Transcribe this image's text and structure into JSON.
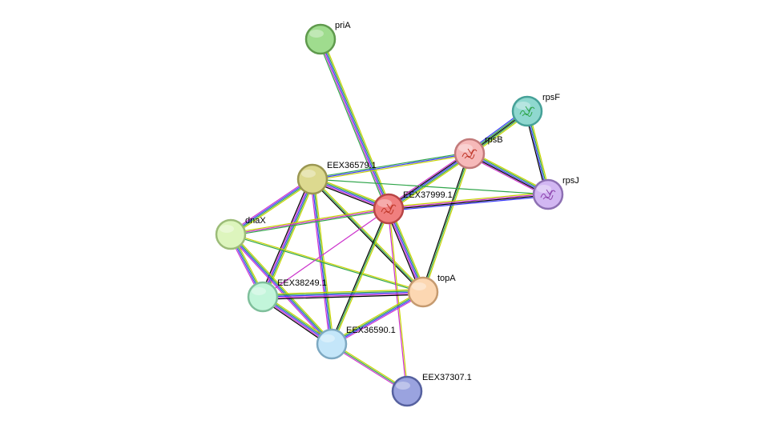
{
  "network": {
    "nodes": [
      {
        "id": "priA",
        "label": "priA",
        "fill": "#9fdc8e",
        "stroke": "#5f9a4d",
        "structure": false
      },
      {
        "id": "rpsF",
        "label": "rpsF",
        "fill": "#8fd8cf",
        "stroke": "#46a198",
        "structure": true,
        "structure_color": "#2fa54a"
      },
      {
        "id": "rpsB",
        "label": "rpsB",
        "fill": "#f6b9b9",
        "stroke": "#c27a7a",
        "structure": true,
        "structure_color": "#c0392b"
      },
      {
        "id": "EEX36579.1",
        "label": "EEX36579.1",
        "fill": "#dcd98f",
        "stroke": "#9b9752",
        "structure": false
      },
      {
        "id": "EEX37999.1",
        "label": "EEX37999.1",
        "fill": "#f07f7f",
        "stroke": "#b84545",
        "structure": true,
        "structure_color": "#c0392b"
      },
      {
        "id": "rpsJ",
        "label": "rpsJ",
        "fill": "#d2b7f2",
        "stroke": "#8d70b3",
        "structure": true,
        "structure_color": "#8e44ad"
      },
      {
        "id": "dnaX",
        "label": "dnaX",
        "fill": "#ddf5bd",
        "stroke": "#9cbc78",
        "structure": false
      },
      {
        "id": "EEX38249.1",
        "label": "EEX38249.1",
        "fill": "#c2f5da",
        "stroke": "#7fbf9b",
        "structure": false
      },
      {
        "id": "topA",
        "label": "topA",
        "fill": "#fcd7b2",
        "stroke": "#c59a6f",
        "structure": false
      },
      {
        "id": "EEX36590.1",
        "label": "EEX36590.1",
        "fill": "#c4e6f9",
        "stroke": "#7ea9c2",
        "structure": false
      },
      {
        "id": "EEX37307.1",
        "label": "EEX37307.1",
        "fill": "#9aa3df",
        "stroke": "#56619f",
        "structure": false
      }
    ],
    "edges": [
      {
        "source": "priA",
        "target": "EEX37999.1",
        "colors": [
          "#c8d400",
          "#2fa54a",
          "#3a3aff",
          "#cc33cc",
          "#2fa54a"
        ]
      },
      {
        "source": "rpsF",
        "target": "rpsB",
        "colors": [
          "#c8d400",
          "#2fa54a",
          "#000000",
          "#2fa54a",
          "#3a3aff"
        ]
      },
      {
        "source": "rpsF",
        "target": "rpsJ",
        "colors": [
          "#c8d400",
          "#2fa54a",
          "#3a3aff",
          "#000000"
        ]
      },
      {
        "source": "rpsB",
        "target": "rpsJ",
        "colors": [
          "#c8d400",
          "#2fa54a",
          "#3a3aff",
          "#000000",
          "#cc33cc"
        ]
      },
      {
        "source": "rpsB",
        "target": "EEX37999.1",
        "colors": [
          "#c8d400",
          "#2fa54a",
          "#3a3aff",
          "#000000",
          "#cc33cc"
        ]
      },
      {
        "source": "rpsB",
        "target": "EEX36579.1",
        "colors": [
          "#c8d400",
          "#3a3aff",
          "#2fa54a"
        ]
      },
      {
        "source": "rpsB",
        "target": "topA",
        "colors": [
          "#c8d400",
          "#2fa54a",
          "#000000"
        ]
      },
      {
        "source": "EEX37999.1",
        "target": "rpsJ",
        "colors": [
          "#c8d400",
          "#cc33cc",
          "#000000",
          "#3a3aff"
        ]
      },
      {
        "source": "EEX36579.1",
        "target": "rpsJ",
        "colors": [
          "#2fa54a"
        ]
      },
      {
        "source": "EEX36579.1",
        "target": "EEX37999.1",
        "colors": [
          "#c8d400",
          "#2fa54a",
          "#3a3aff",
          "#cc33cc",
          "#000000"
        ]
      },
      {
        "source": "EEX36579.1",
        "target": "dnaX",
        "colors": [
          "#c8d400",
          "#2fa54a",
          "#3a3aff",
          "#cc33cc"
        ]
      },
      {
        "source": "EEX36579.1",
        "target": "EEX38249.1",
        "colors": [
          "#c8d400",
          "#2fa54a",
          "#3a3aff",
          "#cc33cc",
          "#000000"
        ]
      },
      {
        "source": "EEX36579.1",
        "target": "EEX36590.1",
        "colors": [
          "#c8d400",
          "#2fa54a",
          "#3a3aff",
          "#cc33cc"
        ]
      },
      {
        "source": "EEX36579.1",
        "target": "topA",
        "colors": [
          "#c8d400",
          "#2fa54a",
          "#000000"
        ]
      },
      {
        "source": "dnaX",
        "target": "EEX37999.1",
        "colors": [
          "#c8d400",
          "#cc33cc",
          "#2fa54a"
        ]
      },
      {
        "source": "dnaX",
        "target": "EEX38249.1",
        "colors": [
          "#c8d400",
          "#2fa54a",
          "#3a3aff",
          "#cc33cc"
        ]
      },
      {
        "source": "dnaX",
        "target": "EEX36590.1",
        "colors": [
          "#c8d400",
          "#2fa54a",
          "#3a3aff",
          "#cc33cc"
        ]
      },
      {
        "source": "dnaX",
        "target": "topA",
        "colors": [
          "#c8d400",
          "#2fa54a"
        ]
      },
      {
        "source": "EEX37999.1",
        "target": "EEX38249.1",
        "colors": [
          "#cc33cc"
        ]
      },
      {
        "source": "EEX37999.1",
        "target": "EEX36590.1",
        "colors": [
          "#c8d400",
          "#2fa54a",
          "#000000"
        ]
      },
      {
        "source": "EEX37999.1",
        "target": "topA",
        "colors": [
          "#c8d400",
          "#2fa54a",
          "#3a3aff",
          "#cc33cc",
          "#000000"
        ]
      },
      {
        "source": "EEX37999.1",
        "target": "EEX37307.1",
        "colors": [
          "#c8d400",
          "#cc33cc"
        ]
      },
      {
        "source": "EEX38249.1",
        "target": "topA",
        "colors": [
          "#c8d400",
          "#2fa54a",
          "#3a3aff",
          "#cc33cc",
          "#000000"
        ]
      },
      {
        "source": "EEX38249.1",
        "target": "EEX36590.1",
        "colors": [
          "#c8d400",
          "#2fa54a",
          "#3a3aff",
          "#cc33cc",
          "#000000"
        ]
      },
      {
        "source": "EEX36590.1",
        "target": "topA",
        "colors": [
          "#c8d400",
          "#2fa54a",
          "#3a3aff",
          "#cc33cc"
        ]
      },
      {
        "source": "EEX36590.1",
        "target": "EEX37307.1",
        "colors": [
          "#c8d400",
          "#2fa54a",
          "#cc33cc"
        ]
      }
    ]
  }
}
